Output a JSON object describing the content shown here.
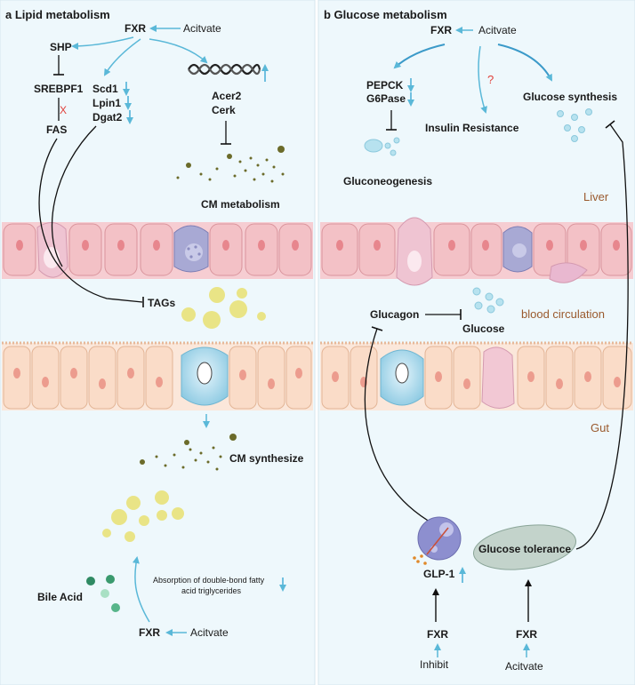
{
  "panel_a": {
    "title": "a  Lipid metabolism",
    "fxr_top": "FXR",
    "activate_top": "Acitvate",
    "shp": "SHP",
    "srebpf1": "SREBPF1",
    "fas": "FAS",
    "scd1": "Scd1",
    "lpin1": "Lpin1",
    "dgat2": "Dgat2",
    "acer2": "Acer2",
    "cerk": "Cerk",
    "cm_metabolism": "CM metabolism",
    "tags": "TAGs",
    "cm_synthesize": "CM synthesize",
    "bile_acid": "Bile Acid",
    "absorption_line1": "Absorption of double-bond fatty",
    "absorption_line2": "acid triglycerides",
    "fxr_bottom": "FXR",
    "activate_bottom": "Acitvate",
    "cross_mark": "X"
  },
  "panel_b": {
    "title": "b  Glucose metabolism",
    "fxr_top": "FXR",
    "activate_top": "Acitvate",
    "pepck": "PEPCK",
    "g6pase": "G6Pase",
    "question_mark": "?",
    "glucose_synthesis": "Glucose synthesis",
    "insulin_resistance": "Insulin Resistance",
    "gluconeogenesis": "Gluconeogenesis",
    "liver": "Liver",
    "glucagon": "Glucagon",
    "glucose": "Glucose",
    "blood_circulation": "blood circulation",
    "gut": "Gut",
    "glp1": "GLP-1",
    "glucose_tolerance": "Glucose tolerance",
    "fxr_left": "FXR",
    "inhibit": "Inhibit",
    "fxr_right": "FXR",
    "activate_right": "Acitvate"
  },
  "colors": {
    "background": "#eef8fc",
    "arrow_blue": "#5ab8d8",
    "liver_cell": "#f3c1c6",
    "gut_cell": "#fadcc8",
    "tag_droplet": "#e9e27a",
    "organ_label": "#9a5a2e",
    "down_arrow": "#3aa7d4"
  }
}
